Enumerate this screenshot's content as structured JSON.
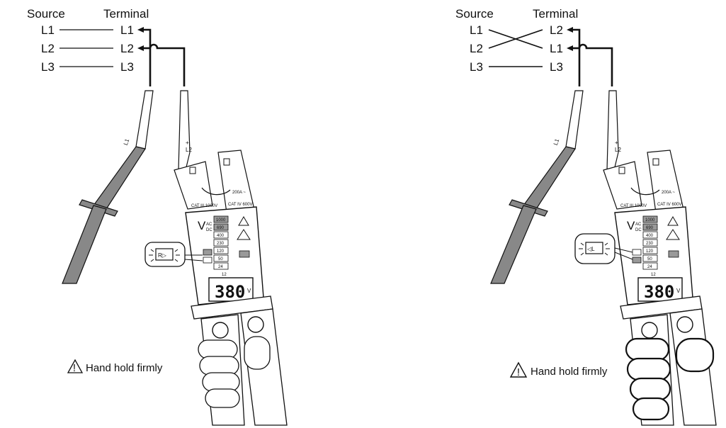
{
  "diagrams": [
    {
      "source_header": "Source",
      "terminal_header": "Terminal",
      "source_labels": [
        "L1",
        "L2",
        "L3"
      ],
      "terminal_labels": [
        "L1",
        "L2",
        "L3"
      ],
      "probe_left_label": "L1",
      "probe_right_label": "+\nL2",
      "callout_symbol": "R▷",
      "lcd_reading": "380",
      "lcd_unit": "V",
      "voltage_steps": [
        "1000",
        "690",
        "400",
        "230",
        "120",
        "50",
        "24",
        "12"
      ],
      "ac_label": "AC",
      "dc_label": "DC",
      "cat_left": "CAT III 1000V",
      "cat_right": "CAT IV 600V",
      "clamp_rating": "200A ~",
      "warning": "Hand hold firmly"
    },
    {
      "source_header": "Source",
      "terminal_header": "Terminal",
      "source_labels": [
        "L1",
        "L2",
        "L3"
      ],
      "terminal_labels": [
        "L2",
        "L1",
        "L3"
      ],
      "probe_left_label": "L1",
      "probe_right_label": "+\nL2",
      "callout_symbol": "◁L",
      "lcd_reading": "380",
      "lcd_unit": "V",
      "voltage_steps": [
        "1000",
        "690",
        "400",
        "230",
        "120",
        "50",
        "24",
        "12"
      ],
      "ac_label": "AC",
      "dc_label": "DC",
      "cat_left": "CAT III 1000V",
      "cat_right": "CAT IV 600V",
      "clamp_rating": "200A ~",
      "warning": "Hand hold firmly"
    }
  ],
  "colors": {
    "line": "#111111",
    "probe_grey": "#888888",
    "lcd_grey": "#999999",
    "bg": "#ffffff"
  }
}
